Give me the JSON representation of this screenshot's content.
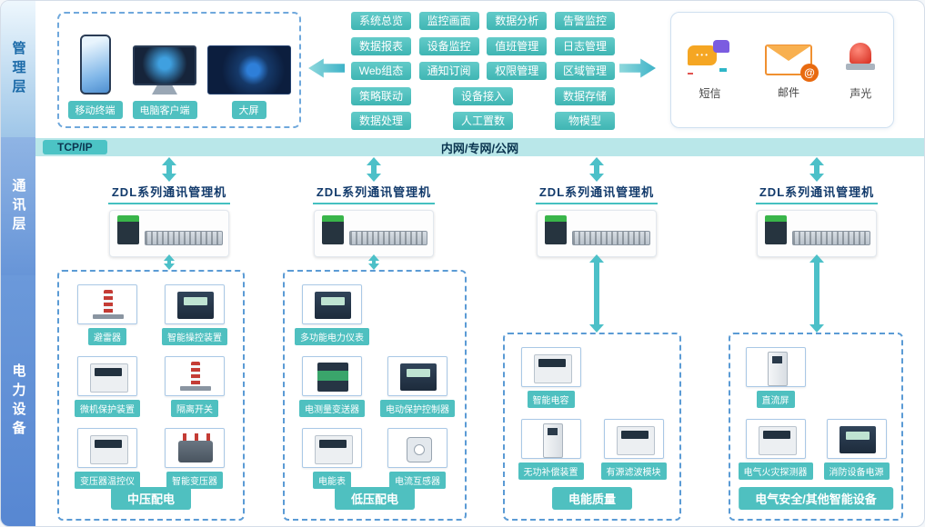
{
  "layers": {
    "management": "管理层",
    "communication": "通讯层",
    "equipment": "电力设备"
  },
  "network": {
    "protocol": "TCP/IP",
    "label": "内网/专网/公网"
  },
  "management": {
    "clients": [
      {
        "label": "移动终端",
        "icon": "mobile-phone-icon"
      },
      {
        "label": "电脑客户端",
        "icon": "desktop-monitor-icon"
      },
      {
        "label": "大屏",
        "icon": "big-screen-icon"
      }
    ],
    "functions": {
      "rows": [
        [
          "系统总览",
          "监控画面",
          "数据分析",
          "告警监控"
        ],
        [
          "数据报表",
          "设备监控",
          "值班管理",
          "日志管理"
        ],
        [
          "Web组态",
          "通知订阅",
          "权限管理",
          "区域管理"
        ],
        [
          "策略联动",
          "设备接入",
          "数据存储"
        ],
        [
          "数据处理",
          "人工置数",
          "物模型"
        ]
      ]
    },
    "alerts": [
      {
        "label": "短信",
        "icon": "sms-bubbles-icon"
      },
      {
        "label": "邮件",
        "icon": "email-envelope-icon"
      },
      {
        "label": "声光",
        "icon": "alarm-beacon-icon"
      }
    ]
  },
  "communication": {
    "gateways": [
      "ZDL系列通讯管理机",
      "ZDL系列通讯管理机",
      "ZDL系列通讯管理机",
      "ZDL系列通讯管理机"
    ]
  },
  "equipment": {
    "groups": [
      {
        "title": "中压配电",
        "devices": [
          "避雷器",
          "智能操控装置",
          "微机保护装置",
          "隔离开关",
          "变压器温控仪",
          "智能变压器"
        ]
      },
      {
        "title": "低压配电",
        "devices": [
          "多功能电力仪表",
          "电测量变送器",
          "电动保护控制器",
          "电能表",
          "电流互感器"
        ]
      },
      {
        "title": "电能质量",
        "devices": [
          "智能电容",
          "无功补偿装置",
          "有源滤波模块"
        ]
      },
      {
        "title": "电气安全/其他智能设备",
        "devices": [
          "直流屏",
          "电气火灾探测器",
          "消防设备电源"
        ]
      }
    ]
  },
  "colors": {
    "accent": "#4FC0C0",
    "network_band": "#B9E7E9",
    "layer_blue": "#5B8FD2",
    "dashed_border": "#5B9BD5"
  }
}
